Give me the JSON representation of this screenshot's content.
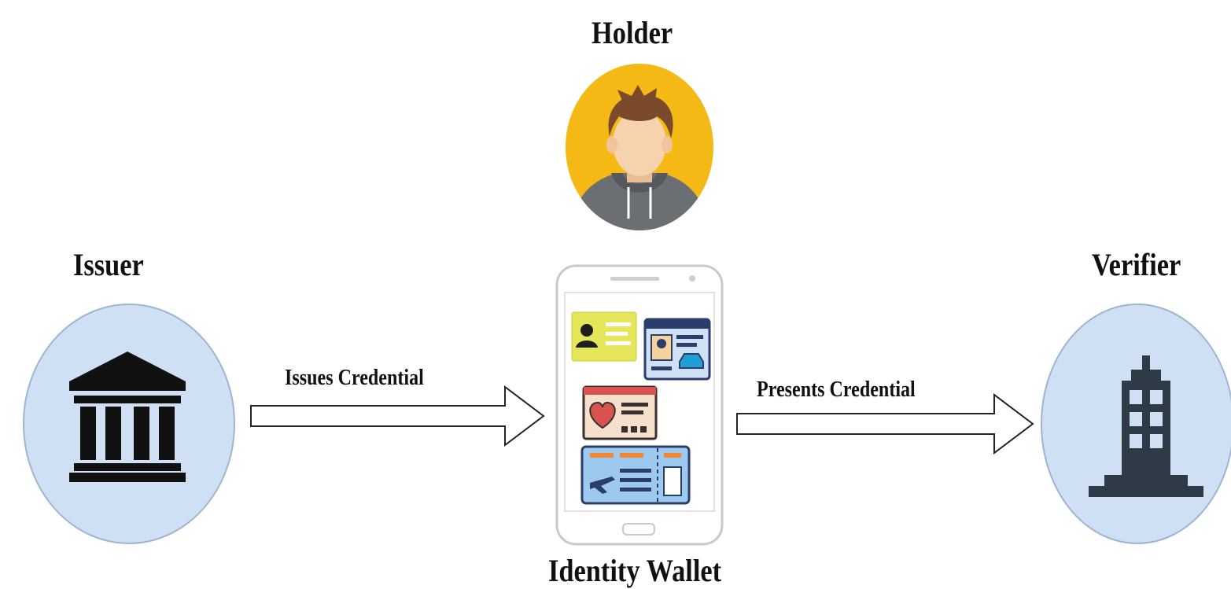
{
  "roles": {
    "holder": "Holder",
    "issuer": "Issuer",
    "verifier": "Verifier",
    "wallet": "Identity Wallet"
  },
  "arrows": {
    "issue": "Issues Credential",
    "present": "Presents Credential"
  },
  "icons": {
    "holder": "person-avatar-icon",
    "issuer": "bank-building-icon",
    "verifier": "office-tower-icon",
    "wallet": "smartphone-icon"
  },
  "colors": {
    "role_circle": "#cfe0f5",
    "avatar_circle": "#f4b915",
    "icon_dark": "#111111",
    "tower": "#2f3a47"
  }
}
